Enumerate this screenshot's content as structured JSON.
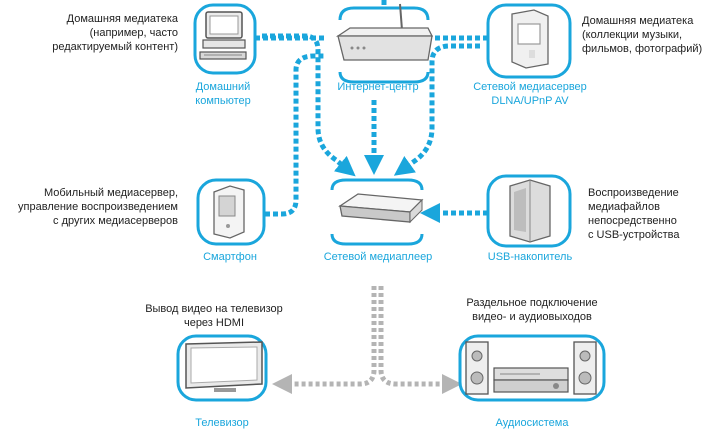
{
  "colors": {
    "accent": "#1aa6dc",
    "gray_link": "#b4b4b4",
    "text": "#222222"
  },
  "devices": {
    "home_pc": {
      "label": "Домашний\nкомпьютер",
      "icon": "desktop-computer-icon"
    },
    "internet_center": {
      "label": "Интернет-центр",
      "icon": "router-icon"
    },
    "media_server": {
      "label": "Сетевой медиасервер\nDLNA/UPnP AV",
      "icon": "nas-server-icon"
    },
    "smartphone": {
      "label": "Смартфон",
      "icon": "smartphone-icon"
    },
    "media_player": {
      "label": "Сетевой медиаплеер",
      "icon": "media-player-icon"
    },
    "usb_drive": {
      "label": "USB-накопитель",
      "icon": "usb-drive-icon"
    },
    "tv": {
      "label": "Телевизор",
      "icon": "tv-icon"
    },
    "audio": {
      "label": "Аудиосистема",
      "icon": "speakers-icon"
    }
  },
  "notes": {
    "home_library_left": "Домашняя медиатека\n(например, часто\nредактируемый контент)",
    "home_library_right": "Домашняя медиатека\n(коллекции музыки,\nфильмов, фотографий)",
    "mobile_server": "Мобильный медиасервер,\nуправление воспроизведением\nс других медиасерверов",
    "usb_playback": "Воспроизведение\nмедиафайлов\nнепосредственно\nс USB-устройства",
    "hdmi_out": "Вывод видео на телевизор\nчерез HDMI",
    "separate_out": "Раздельное подключение\nвидео- и аудиовыходов"
  }
}
